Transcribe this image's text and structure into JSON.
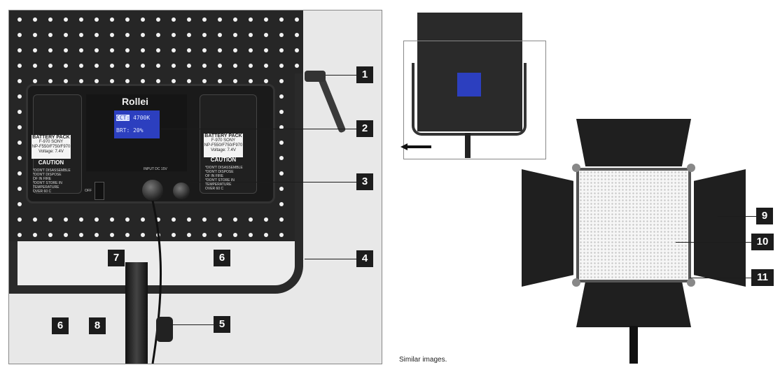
{
  "main_photo": {
    "brand": "Rollei",
    "lcd_line1_mode": "CCT:",
    "lcd_line1_value": "4700K",
    "lcd_line2_label": "BRT:",
    "lcd_line2_value": "20%",
    "input_label": "INPUT DC 15V",
    "power_switch_off": "OFF",
    "battery_left": {
      "title": "BATTERY PACK",
      "lines": [
        "F-970 SONY",
        "NP-F550/F750/F970",
        "Voltage: 7.4V"
      ],
      "caution": "CAUTION",
      "caution_lines": [
        "*DON'T DISASSEMBLE",
        "*DON'T DISPOSE",
        "OF IN FIRE",
        "*DON'T STORE IN",
        "TEMPERATURE",
        "OVER 60 C"
      ]
    },
    "battery_right": {
      "title": "BATTERY PACK",
      "lines": [
        "F-970 SONY",
        "NP-F550/F750/F970",
        "Voltage: 7.4V"
      ],
      "caution": "CAUTION",
      "caution_lines": [
        "*DON'T DISASSEMBLE",
        "*DON'T DISPOSE",
        "OF IN FIRE",
        "*DON'T STORE IN",
        "TEMPERATURE",
        "OVER 60 C"
      ]
    }
  },
  "callouts": [
    "1",
    "2",
    "3",
    "4",
    "5",
    "6",
    "6",
    "7",
    "8",
    "9",
    "10",
    "11"
  ],
  "caption": "Similar images."
}
